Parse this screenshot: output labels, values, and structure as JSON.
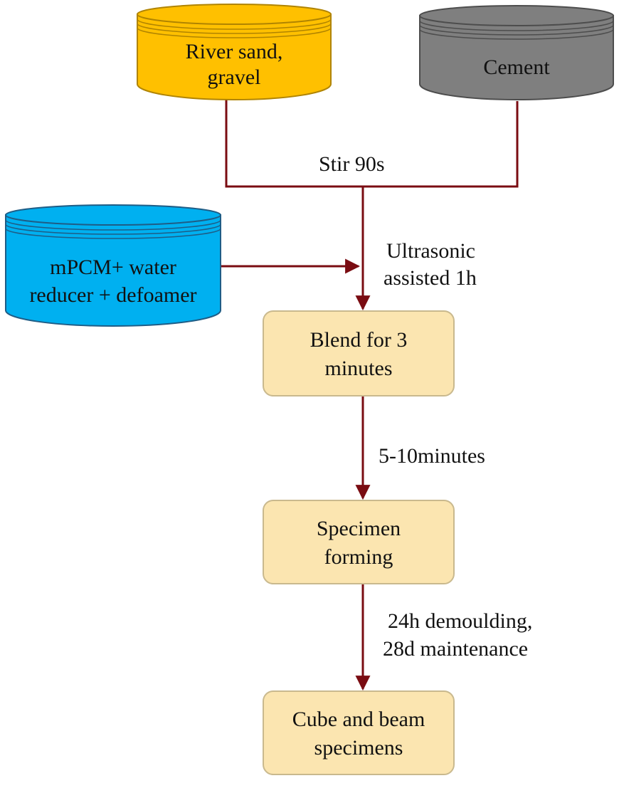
{
  "colors": {
    "arrow": "#7a0c12",
    "sand_cylinder": "#ffc000",
    "cement_cylinder": "#7f7f7f",
    "mpcm_cylinder": "#00b0f0",
    "process_box_fill": "#fbe5b0",
    "process_box_stroke": "#c9b98e"
  },
  "inputs": {
    "sand": {
      "line1": "River sand,",
      "line2": "gravel"
    },
    "cement": {
      "label": "Cement"
    },
    "mpcm": {
      "line1": "mPCM+ water",
      "line2": "reducer + defoamer"
    }
  },
  "steps": {
    "blend": {
      "line1": "Blend for 3",
      "line2": "minutes"
    },
    "forming": {
      "line1": "Specimen",
      "line2": "forming"
    },
    "specimens": {
      "line1": "Cube and beam",
      "line2": "specimens"
    }
  },
  "annotations": {
    "stir": "Stir 90s",
    "ultrasonic": {
      "line1": "Ultrasonic",
      "line2": "assisted 1h"
    },
    "wait": "5-10minutes",
    "cure": {
      "line1": "24h demoulding,",
      "line2": "28d maintenance"
    }
  }
}
